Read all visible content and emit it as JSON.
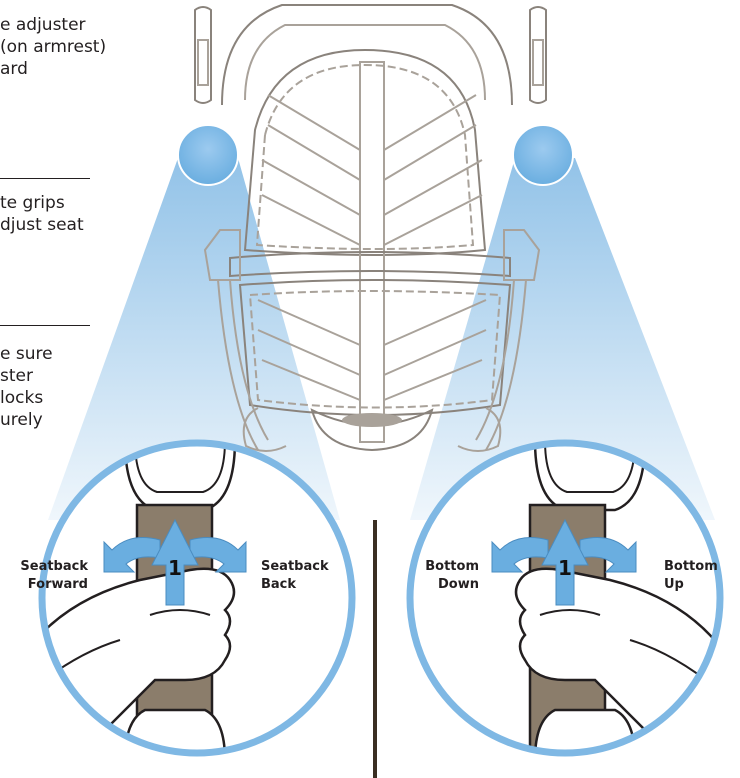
{
  "instructions": [
    {
      "lines": [
        "e adjuster",
        "(on armrest)",
        "ard"
      ]
    },
    {
      "lines": [
        "te grips",
        "djust seat"
      ]
    },
    {
      "lines": [
        "e sure",
        "ster",
        "locks",
        "urely"
      ]
    }
  ],
  "left_detail": {
    "step_number": "1",
    "label_left": [
      "Seatback",
      "Forward"
    ],
    "label_right": [
      "Seatback",
      "Back"
    ]
  },
  "right_detail": {
    "step_number": "1",
    "label_left": [
      "Bottom",
      "Down"
    ],
    "label_right": [
      "Bottom",
      "Up"
    ]
  },
  "colors": {
    "highlight_blue": "#7fb8e4",
    "arrow_blue": "#6aaee0",
    "adjuster_brown": "#8b7d6b",
    "outline": "#231f20",
    "line_gray": "#a9a29a"
  }
}
